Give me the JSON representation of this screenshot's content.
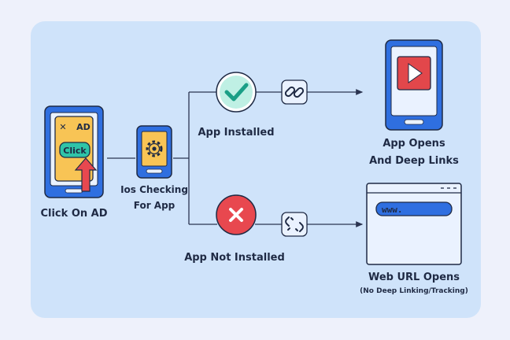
{
  "ad_phone": {
    "close_mark": "✕",
    "ad_label": "AD",
    "click_label": "Click",
    "caption": "Click On AD"
  },
  "checking": {
    "line1": "Ios Checking",
    "line2": "For App"
  },
  "branch_installed": {
    "label": "App Installed"
  },
  "branch_not_installed": {
    "label": "App Not Installed"
  },
  "result_app": {
    "line1": "App Opens",
    "line2": "And Deep Links"
  },
  "result_web": {
    "url_text": "www.",
    "line1": "Web URL Opens",
    "line2": "(No Deep Linking/Tracking)"
  },
  "icons": [
    "close-icon",
    "pointer-arrow-icon",
    "gear-icon",
    "checkmark-icon",
    "cross-icon",
    "link-icon",
    "broken-link-icon",
    "play-icon",
    "browser-window-icon"
  ],
  "colors": {
    "background": "#cfe3fa",
    "phone_blue": "#2f6fe0",
    "ad_yellow": "#f8c455",
    "accent_teal": "#2fc4a8",
    "error_red": "#e8484f",
    "play_red": "#e2474b",
    "dark_text": "#1f2a44"
  }
}
